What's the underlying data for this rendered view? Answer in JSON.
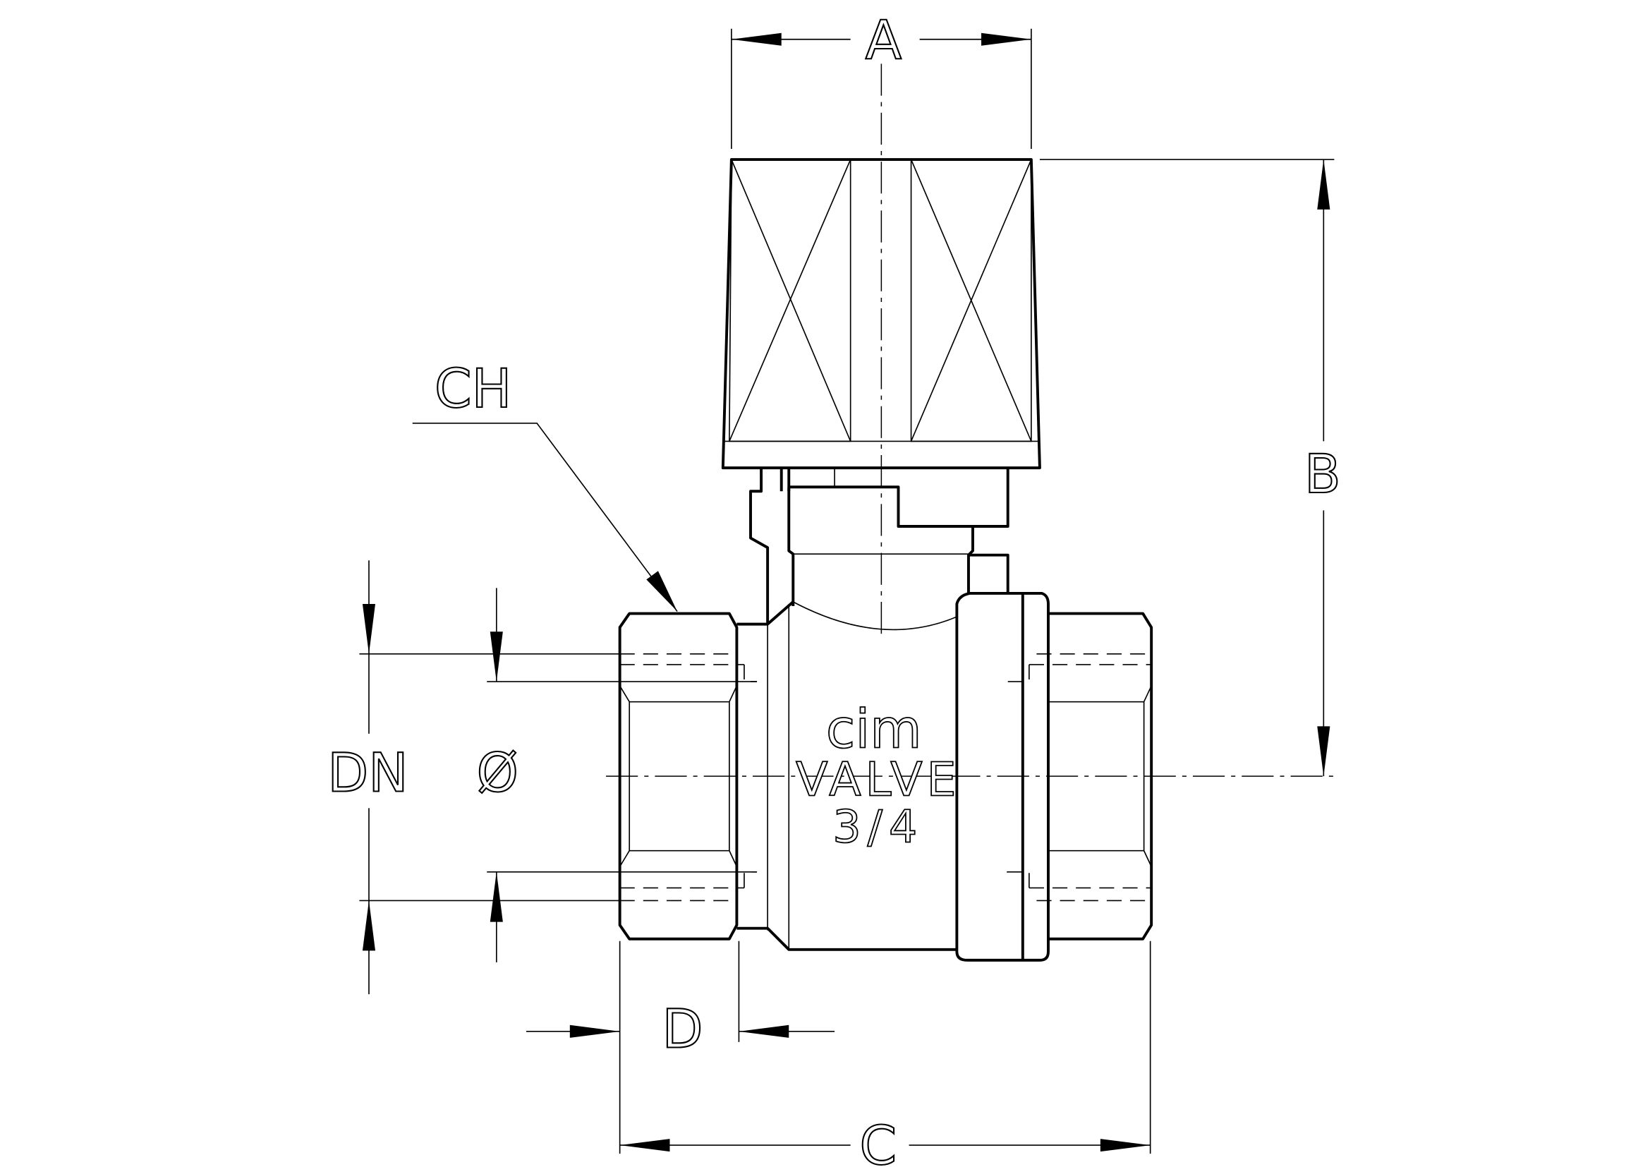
{
  "drawing": {
    "title": "Ball valve with handle - dimension drawing",
    "dimension_labels": {
      "a": "A",
      "b": "B",
      "c": "C",
      "d": "D",
      "dn": "DN",
      "diameter": "Ø",
      "ch": "CH"
    },
    "body_marking": {
      "brand": "cim",
      "line2": "VALVE",
      "size": "3/4"
    },
    "colors": {
      "line": "#000000",
      "background": "#ffffff"
    }
  }
}
